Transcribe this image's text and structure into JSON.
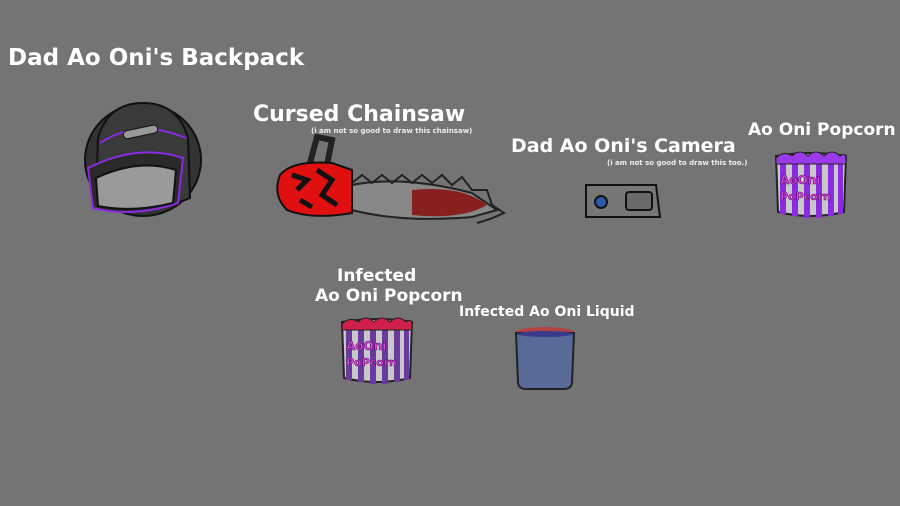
{
  "items": {
    "backpack": {
      "title": "Dad Ao Oni's Backpack"
    },
    "chainsaw": {
      "title": "Cursed Chainsaw",
      "note": "(i am not so good to draw this chainsaw)"
    },
    "camera": {
      "title": "Dad Ao Oni's Camera",
      "note": "(i am not so good to draw this too.)"
    },
    "popcorn": {
      "title": "Ao Oni Popcorn",
      "bucket_text_1": "AoOni",
      "bucket_text_2": "PoPcorn"
    },
    "infected_popcorn": {
      "title_line1": "Infected",
      "title_line2": "Ao Oni Popcorn",
      "bucket_text_1": "AoOni",
      "bucket_text_2": "PoPcorn"
    },
    "infected_liquid": {
      "title": "Infected Ao Oni Liquid"
    }
  },
  "colors": {
    "background": "#747474",
    "purple": "#8a2be2",
    "red": "#e01010"
  }
}
